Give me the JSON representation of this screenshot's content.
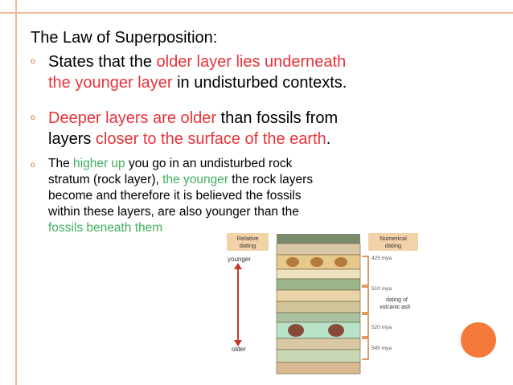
{
  "slide": {
    "title": "The Law of Superposition:",
    "bullet1": {
      "parts": [
        "States that the ",
        "older layer lies underneath the younger layer",
        " in undisturbed contexts."
      ],
      "line1a": "States that the ",
      "line1b": "older layer lies underneath",
      "line2a": "the younger layer",
      "line2b": " in undisturbed contexts."
    },
    "bullet2": {
      "line1a": "Deeper layers are older",
      "line1b": " than fossils from",
      "line2a": "layers ",
      "line2b": "closer to the surface of the earth",
      "line2c": "."
    },
    "bullet3": {
      "l1a": "The ",
      "l1b": "higher up",
      "l1c": " you go in an undisturbed rock",
      "l2a": "stratum (rock layer), ",
      "l2b": "the younger",
      "l2c": " the rock layers",
      "l3": "become and therefore it is believed the fossils",
      "l4": "within these layers, are also younger than the",
      "l5": "fossils beneath them"
    }
  },
  "figure": {
    "relative_label": "Relative dating",
    "numerical_label": "Numerical dating",
    "younger_label": "younger",
    "older_label": "older",
    "ages": [
      "425 mya",
      "510 mya",
      "520 mya",
      "545 mya"
    ],
    "ash_label": "dating of volcanic ash"
  },
  "colors": {
    "accent": "#e8333a",
    "highlight": "#3fae5e",
    "bullet": "#e0612a",
    "frame": "#f2b89a"
  }
}
